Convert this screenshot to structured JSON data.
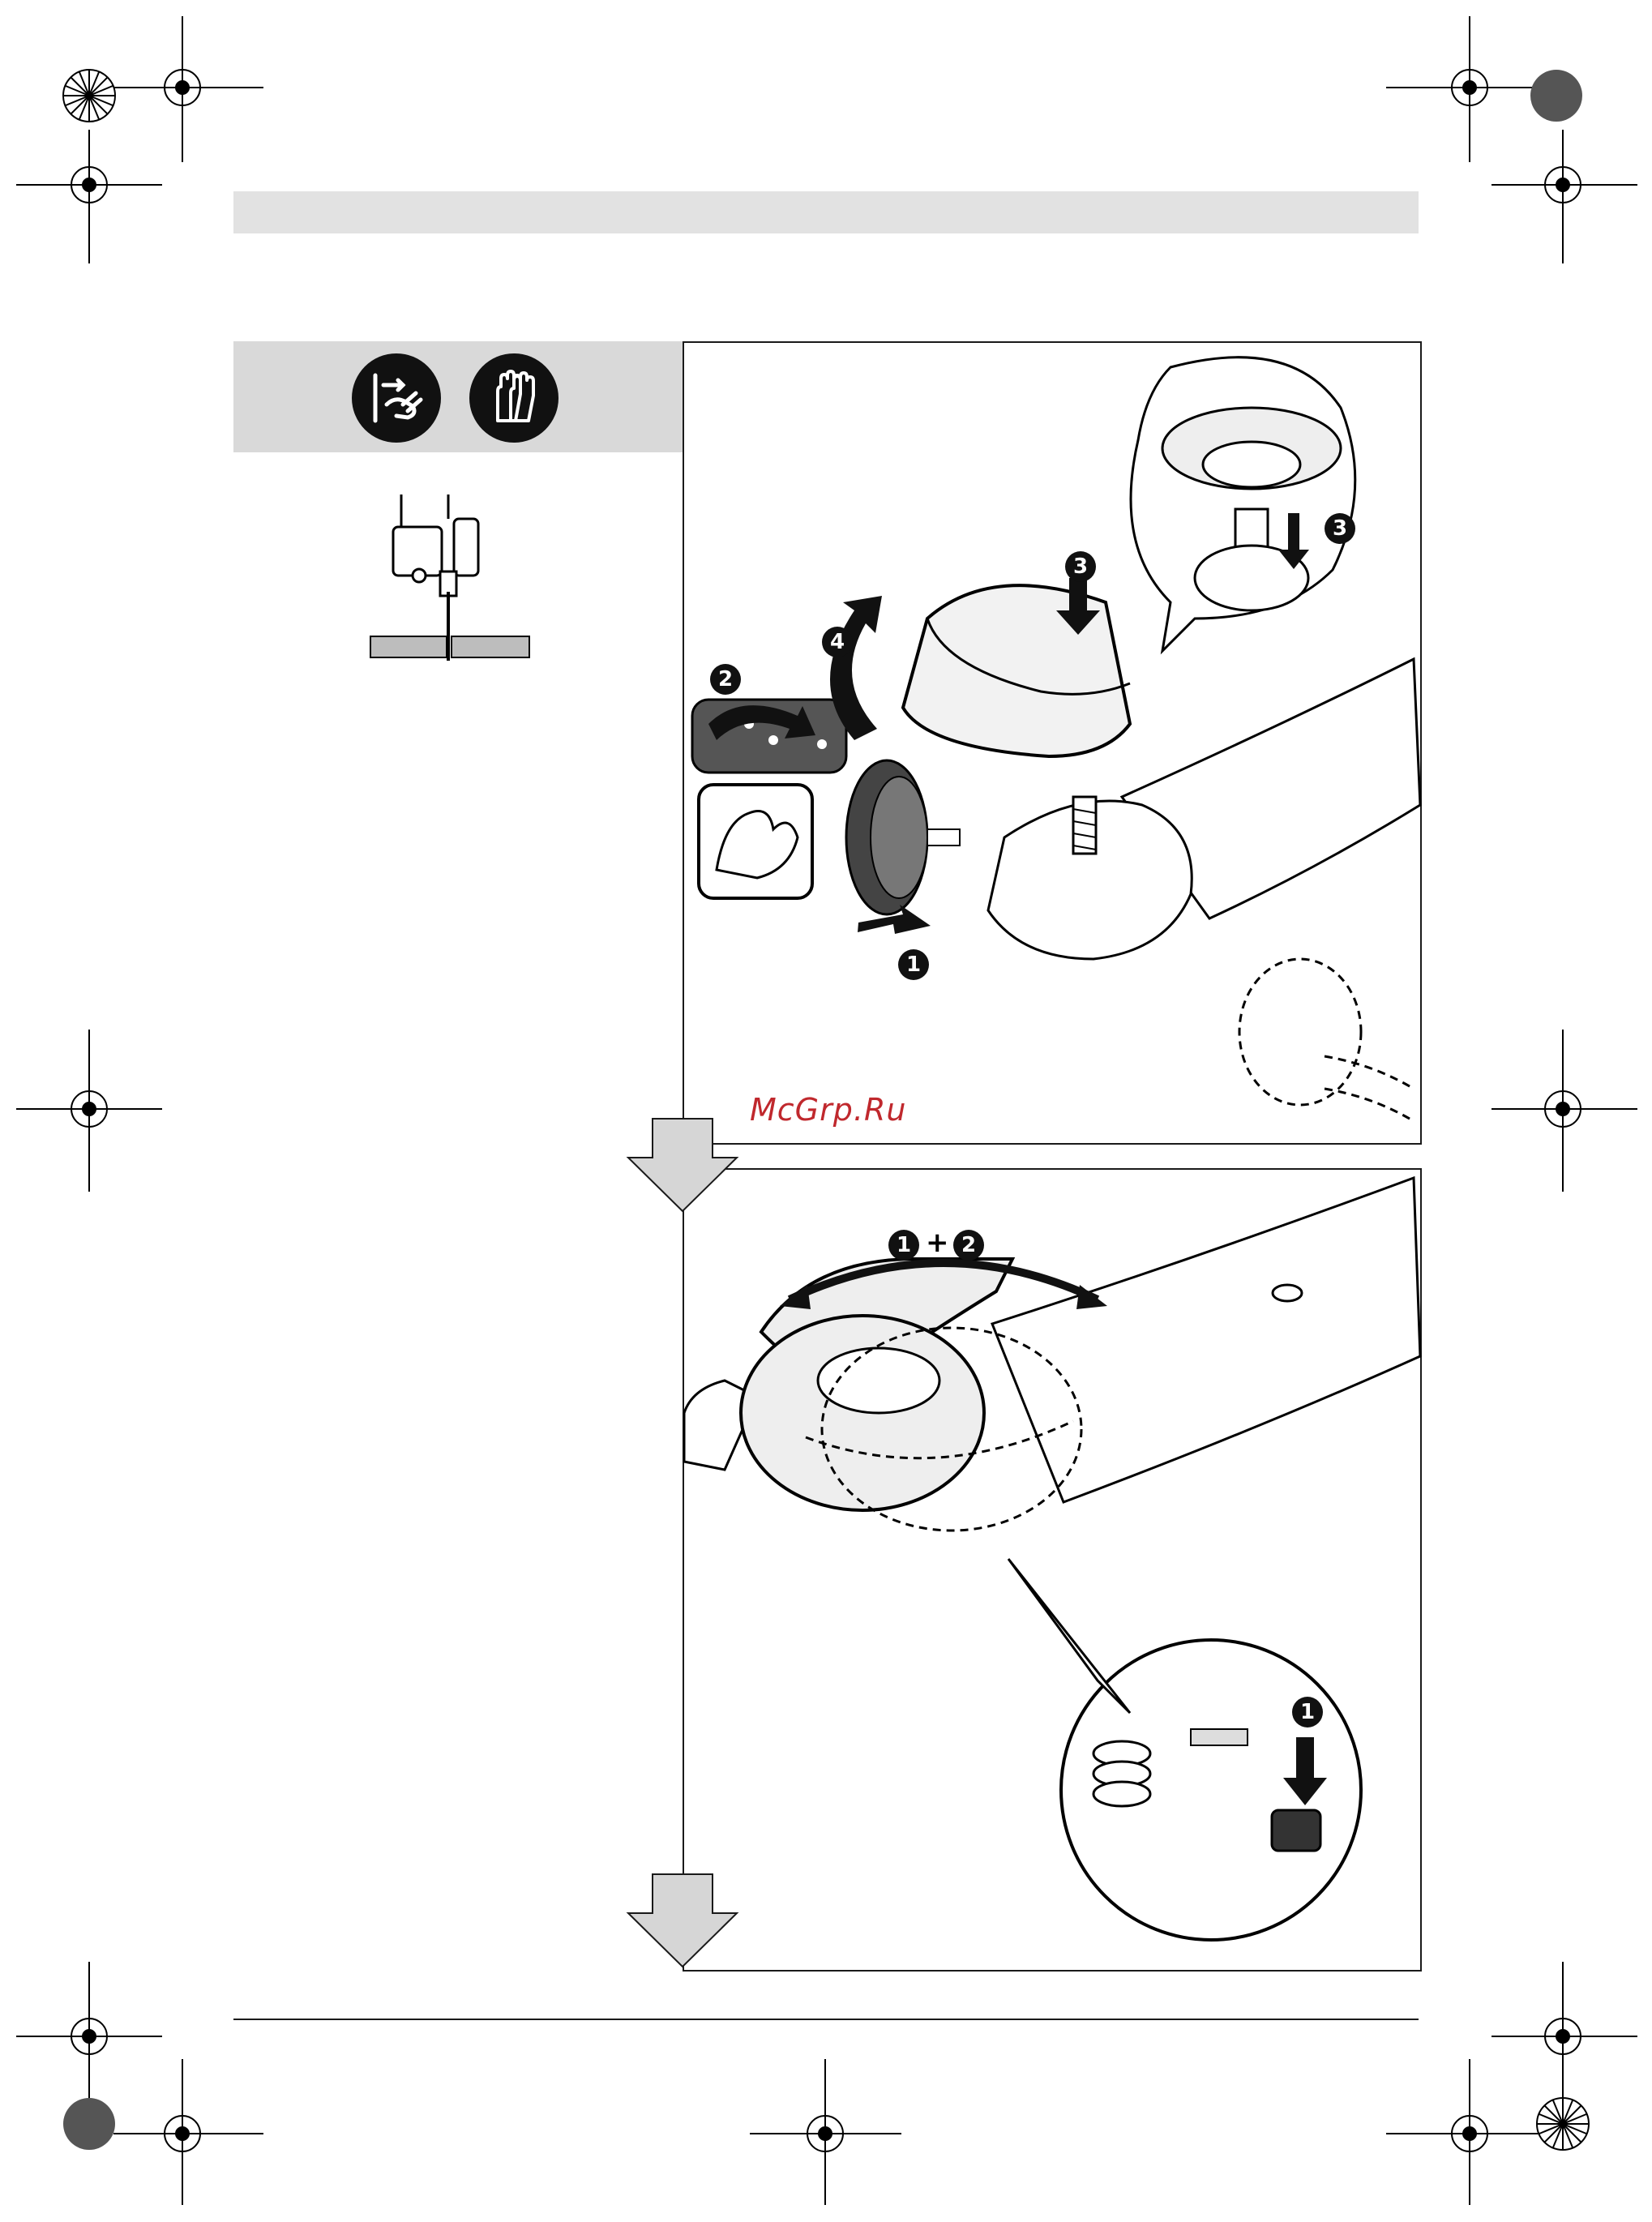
{
  "watermark": "McGrp.Ru",
  "figure1": {
    "steps": [
      "1",
      "2",
      "3",
      "4",
      "3"
    ]
  },
  "figure2": {
    "steps": [
      "1",
      "2",
      "1"
    ],
    "combo_plus": "+"
  },
  "icons": {
    "unplug": "unplug-plug-icon",
    "gloves": "protective-gloves-icon",
    "tool_side": "grinder-side-icon"
  },
  "colors": {
    "panel_gray": "#d9d9d9",
    "header_gray": "#e2e2e2",
    "arrow_gray": "#d6d6d6",
    "watermark_red": "#c0282d"
  }
}
